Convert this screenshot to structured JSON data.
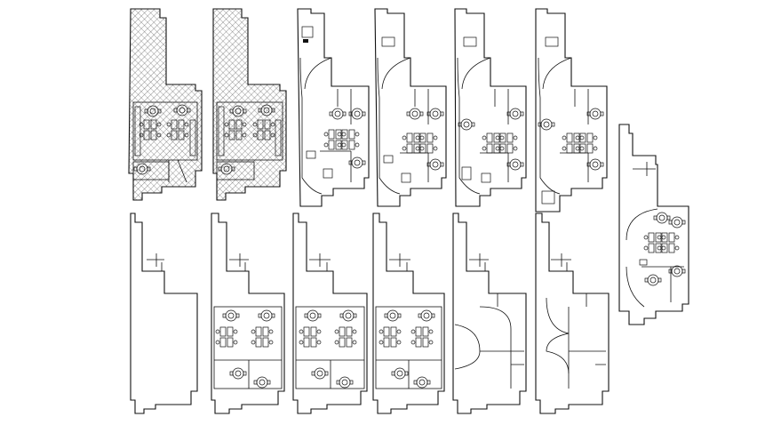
{
  "drawing": {
    "plans_top_row": 6,
    "plans_bottom_row": 6,
    "plans_side": 1,
    "colors": {
      "line": "#111111",
      "background": "#ffffff"
    }
  }
}
